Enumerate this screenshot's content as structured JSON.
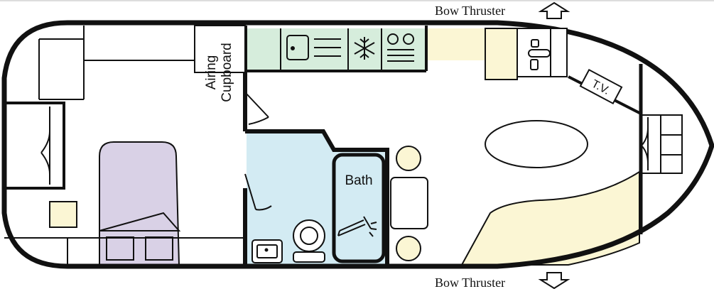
{
  "labels": {
    "bow_thruster_top": "Bow Thruster",
    "bow_thruster_bottom": "Bow Thruster",
    "airing_line1": "Airing",
    "airing_line2": "Cupboard",
    "bath": "Bath",
    "tv": "T.V."
  },
  "colors": {
    "hull_stroke": "#111111",
    "kitchen_green": "#d6eddc",
    "bath_blue": "#d3ebf3",
    "bed_purple": "#d9d1e6",
    "seat_cream": "#fbf6d4",
    "background": "#ffffff"
  },
  "icons": [
    "arrow-up-icon",
    "arrow-down-icon",
    "sink-icon",
    "hob-icon",
    "freezer-icon",
    "toilet-icon",
    "shower-icon",
    "tap-icon",
    "door-swing-icon"
  ]
}
